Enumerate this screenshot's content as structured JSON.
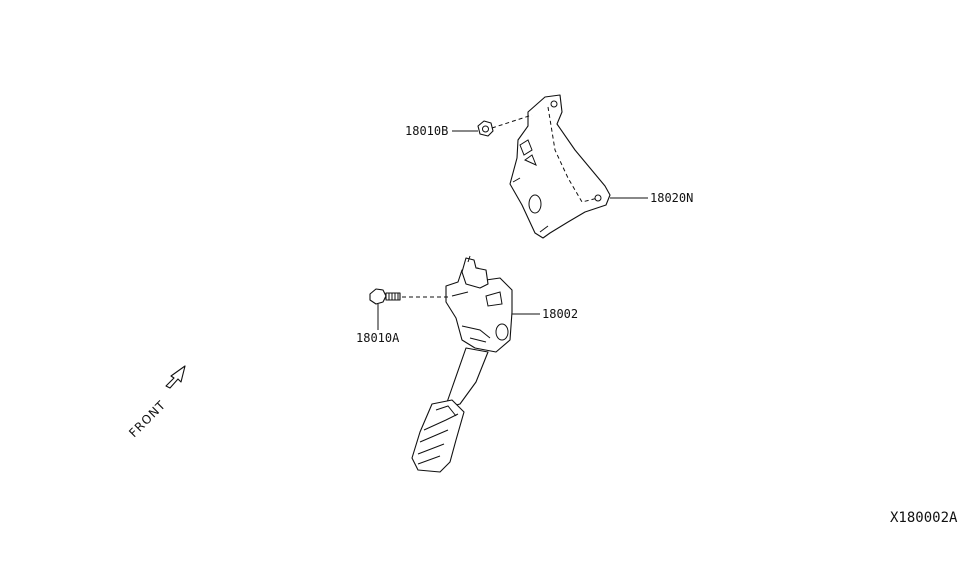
{
  "parts": [
    {
      "id": "nut",
      "label": "18010B"
    },
    {
      "id": "bracket",
      "label": "18020N"
    },
    {
      "id": "pedal",
      "label": "18002"
    },
    {
      "id": "bolt",
      "label": "18010A"
    }
  ],
  "front_label": "FRONT",
  "diagram_code": "X180002A"
}
